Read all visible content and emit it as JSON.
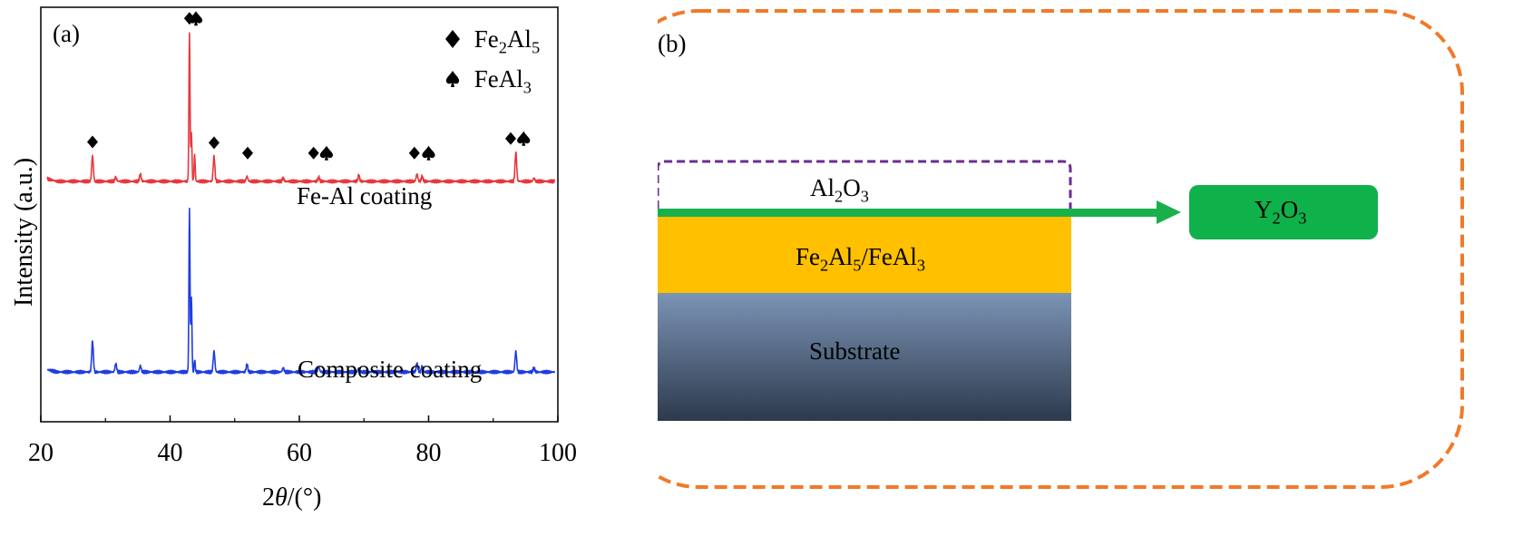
{
  "chart_data": {
    "type": "line",
    "panel_label": "(a)",
    "xlabel_prefix": "2",
    "xlabel_var": "θ",
    "xlabel_suffix": "/(°)",
    "ylabel": "Intensity (a.u.)",
    "xlim": [
      20,
      100
    ],
    "xticks": [
      "20",
      "40",
      "60",
      "80",
      "100"
    ],
    "legend": {
      "placement": "top-right",
      "entries": [
        {
          "marker": "diamond",
          "base": "Fe",
          "sub1": "2",
          "mid": "Al",
          "sub2": "5"
        },
        {
          "marker": "spade",
          "base": "FeAl",
          "sub1": "3",
          "mid": "",
          "sub2": ""
        }
      ]
    },
    "series": [
      {
        "name": "Fe-Al coating",
        "color": "#e8383d",
        "baseline": 0.58,
        "peaks": [
          [
            28.0,
            0.062
          ],
          [
            31.6,
            0.01
          ],
          [
            35.4,
            0.017
          ],
          [
            43.0,
            0.36
          ],
          [
            43.3,
            0.12
          ],
          [
            43.8,
            0.065
          ],
          [
            46.8,
            0.06
          ],
          [
            51.9,
            0.012
          ],
          [
            57.5,
            0.008
          ],
          [
            63.0,
            0.01
          ],
          [
            69.2,
            0.014
          ],
          [
            78.2,
            0.018
          ],
          [
            79.0,
            0.012
          ],
          [
            93.5,
            0.07
          ],
          [
            96.3,
            0.008
          ]
        ]
      },
      {
        "name": "Composite coating",
        "color": "#1f3de0",
        "baseline": 0.12,
        "peaks": [
          [
            28.0,
            0.075
          ],
          [
            31.6,
            0.02
          ],
          [
            35.4,
            0.015
          ],
          [
            43.0,
            0.395
          ],
          [
            43.3,
            0.18
          ],
          [
            43.8,
            0.03
          ],
          [
            46.8,
            0.05
          ],
          [
            51.9,
            0.018
          ],
          [
            57.5,
            0.01
          ],
          [
            63.0,
            0.013
          ],
          [
            69.2,
            0.01
          ],
          [
            78.2,
            0.02
          ],
          [
            79.0,
            0.015
          ],
          [
            93.5,
            0.05
          ],
          [
            96.3,
            0.01
          ]
        ]
      }
    ],
    "annotations": [
      {
        "marker": "diamond",
        "x": 28.0
      },
      {
        "marker": "diamond",
        "x": 43.0
      },
      {
        "marker": "spade",
        "x": 44.0
      },
      {
        "marker": "diamond",
        "x": 46.8
      },
      {
        "marker": "diamond",
        "x": 52.0
      },
      {
        "marker": "diamond",
        "x": 62.2
      },
      {
        "marker": "spade",
        "x": 64.2
      },
      {
        "marker": "diamond",
        "x": 77.8
      },
      {
        "marker": "spade",
        "x": 80.0
      },
      {
        "marker": "diamond",
        "x": 92.7
      },
      {
        "marker": "spade",
        "x": 94.7
      }
    ]
  },
  "diagram": {
    "panel_label": "(b)",
    "colors": {
      "border": "#f07a2a",
      "oxide_outline": "#6b2d8f",
      "arrow": "#19b04c",
      "yttria_box": "#0fb14a",
      "intermetallic": "#ffc000",
      "substrate_top": "#7b94b5",
      "substrate_bottom": "#2d3a4d"
    },
    "oxide": {
      "base": "Al",
      "sub1": "2",
      "mid": "O",
      "sub2": "3"
    },
    "intermetallic": {
      "a": "Fe",
      "a_sub": "2",
      "b": "Al",
      "b_sub": "5",
      "sep": "/FeAl",
      "c_sub": "3"
    },
    "substrate": "Substrate",
    "yttria": {
      "base": "Y",
      "sub1": "2",
      "mid": "O",
      "sub2": "3"
    }
  }
}
